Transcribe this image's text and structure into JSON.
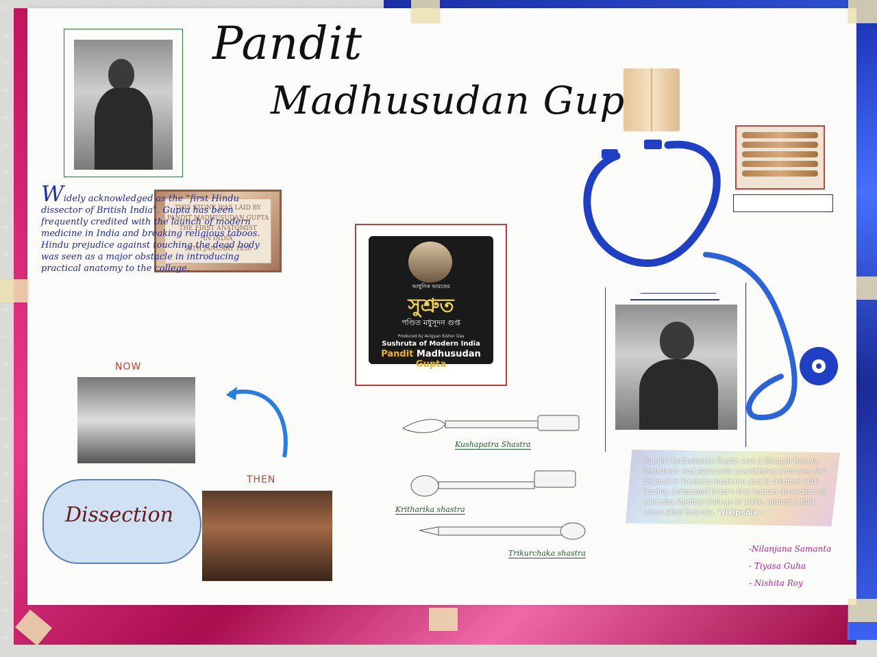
{
  "poster": {
    "title_line1": "Pandit",
    "title_line2": "Madhusudan Gupta"
  },
  "plaque": {
    "lines": [
      "THIS STONE WAS LAID BY",
      "PANDIT MADHUSUDAN GUPTA",
      "THE FIRST ANATOMIST",
      "IN INDIA",
      "10TH JANUARY 1836"
    ]
  },
  "handwriting": {
    "initial": "W",
    "text": "idely acknowledged as the \"first Hindu dissector of British India\". Gupta has been frequently credited with the launch of modern medicine in India and breaking religious taboos. Hindu prejudice against touching the dead body was seen as a major obstacle in introducing practical anatomy to the college."
  },
  "center_poster": {
    "bengali_subtitle_small": "আধুনিক ভারতের",
    "bengali_title": "সুশ্রুত",
    "bengali_name": "পণ্ডিত মধুসূদন গুপ্ত",
    "produced_by": "Produced by Avigyan Kishor Das",
    "line1": "Sushruta of Modern India",
    "line2_part1": "Pandit",
    "line2_part2": "Madhusudan",
    "line2_part3": "Gupta"
  },
  "labels": {
    "now": "NOW",
    "then": "THEN",
    "dissection": "Dissection"
  },
  "tools": {
    "tool1": "Kushapatra Shastra",
    "tool2": "Kritharika shastra",
    "tool3": "Trikurchaka shastra"
  },
  "info_box": {
    "text": "Pandit Madhusudan Gupta was a Bengali Baidya translator and Ayurvedic practitioner who was also trained in Western medicine and is credited with having performed India's first human dissection at Calcutta Medical College in 1836, almost 3,000 years after Susruta.",
    "source": "Wikipedia ›"
  },
  "credits": [
    "-Nilanjana Samanta",
    "- Tiyasa Guha",
    "- Nishita Roy"
  ],
  "colors": {
    "stethoscope_blue": "#1f3fc4",
    "border_pink": "#d0216f",
    "border_blue": "#2a4de0",
    "ink_blue": "#1f2aa6",
    "title_black": "#111111"
  }
}
